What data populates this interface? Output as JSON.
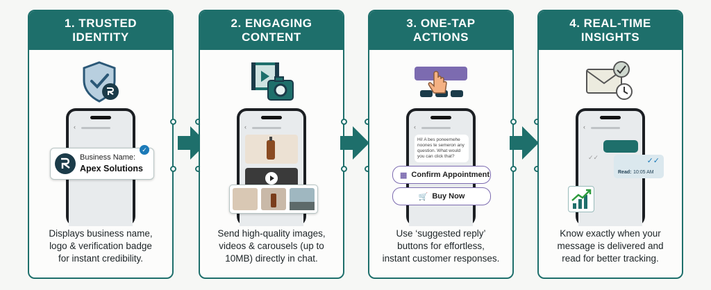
{
  "colors": {
    "teal": "#1e6f6b",
    "purple": "#7c6bb0",
    "navy": "#1b3b49"
  },
  "cards": [
    {
      "title": "1. TRUSTED\nIDENTITY",
      "icon": "shield-check-icon",
      "business_label": "Business Name:",
      "business_name": "Apex Solutions",
      "desc": "Displays business name,\nlogo & verification badge\nfor instant credibility."
    },
    {
      "title": "2. ENGAGING\nCONTENT",
      "icon": "media-camera-icon",
      "desc": "Send high-quality images,\nvideos & carousels (up to\n10MB) directly in chat."
    },
    {
      "title": "3. ONE-TAP\nACTIONS",
      "icon": "tap-button-icon",
      "chat_text": "Hi! A bes poneemehe noones te semeron any question. What would you can click that?",
      "reply_1": "Confirm Appointment",
      "reply_2": "Buy Now",
      "desc": "Use ‘suggested reply’\nbuttons for effortless,\ninstant customer responses."
    },
    {
      "title": "4. REAL-TIME\nINSIGHTS",
      "icon": "envelope-check-clock-icon",
      "read_label": "Read:",
      "read_time": "10:05 AM",
      "desc": "Know exactly when your\nmessage is delivered and\nread for better tracking."
    }
  ]
}
